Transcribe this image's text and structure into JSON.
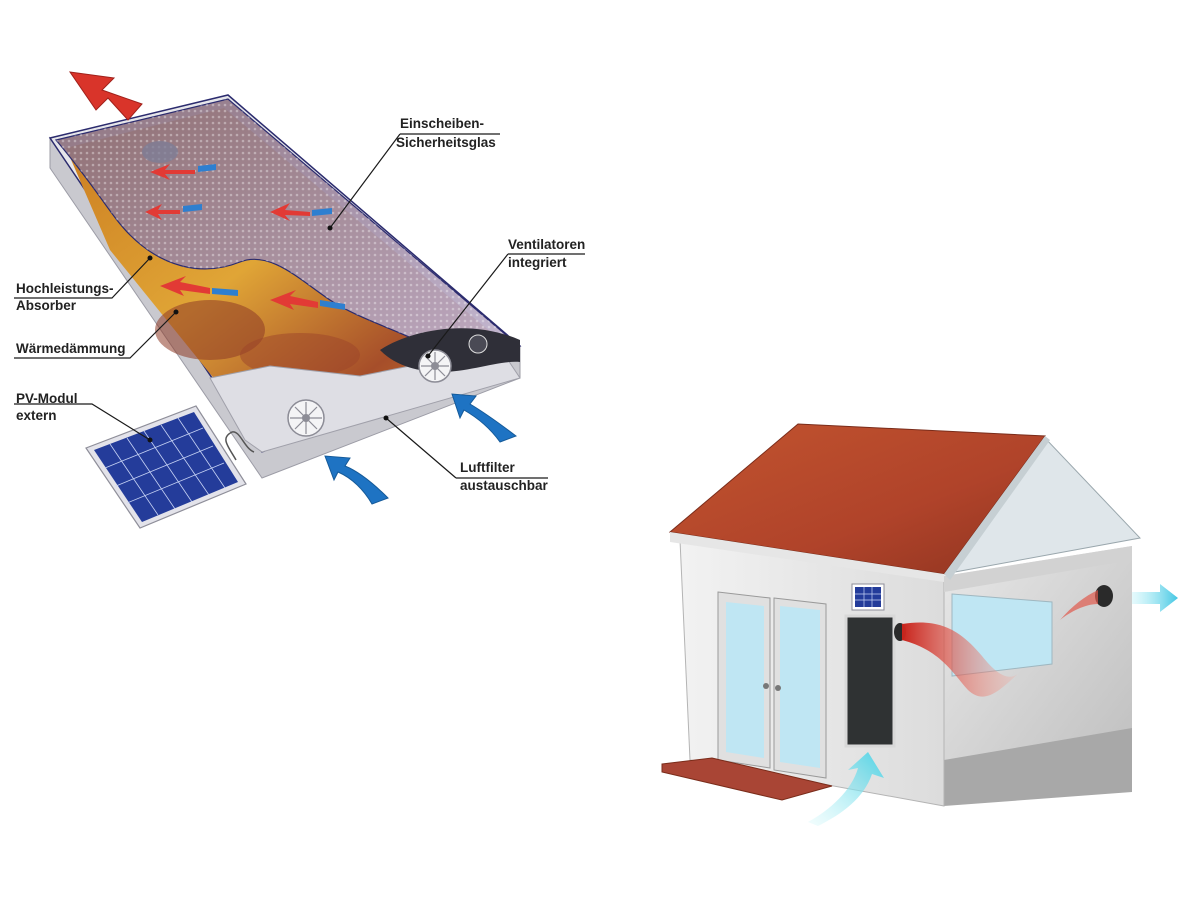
{
  "labels": {
    "glass": [
      "Einscheiben-",
      "Sicherheitsglas"
    ],
    "fans": [
      "Ventilatoren",
      "integriert"
    ],
    "absorber": [
      "Hochleistungs-",
      "Absorber"
    ],
    "insulation": [
      "Wärmedämmung"
    ],
    "pv": [
      "PV-Modul",
      "extern"
    ],
    "filter": [
      "Luftfilter",
      "austauschbar"
    ]
  },
  "colors": {
    "warm_air": "#d9342a",
    "cool_air": "#2e7fd0",
    "roof": "#b5452b",
    "window_glass": "#bfe6f3",
    "collector_frame": "#e6e6ea",
    "solar_cell": "#243c9a"
  },
  "icons": {
    "fan": "fan-icon",
    "solar_cell": "solar-cell-icon"
  }
}
